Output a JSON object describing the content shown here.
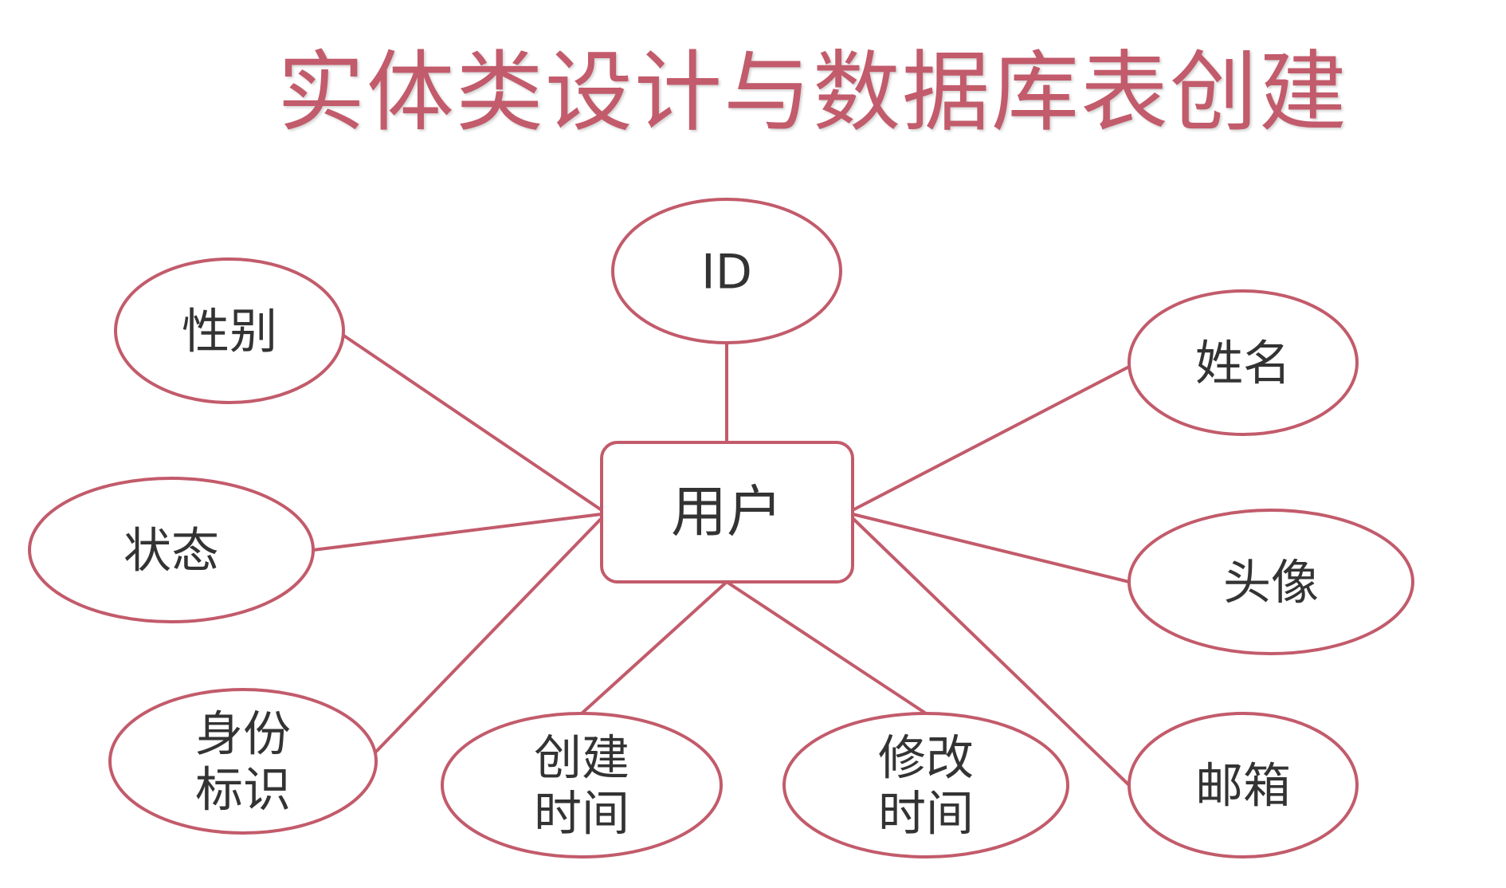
{
  "title": "实体类设计与数据库表创建",
  "colors": {
    "accent": "#c25b6b",
    "text": "#333333",
    "background": "#ffffff"
  },
  "entity": {
    "label": "用户"
  },
  "attributes": [
    {
      "id": "id",
      "label": "ID"
    },
    {
      "id": "gender",
      "label": "性别"
    },
    {
      "id": "name",
      "label": "姓名"
    },
    {
      "id": "status",
      "label": "状态"
    },
    {
      "id": "avatar",
      "label": "头像"
    },
    {
      "id": "identity",
      "label": "身份\n标识"
    },
    {
      "id": "created",
      "label": "创建\n时间"
    },
    {
      "id": "modified",
      "label": "修改\n时间"
    },
    {
      "id": "email",
      "label": "邮箱"
    }
  ]
}
